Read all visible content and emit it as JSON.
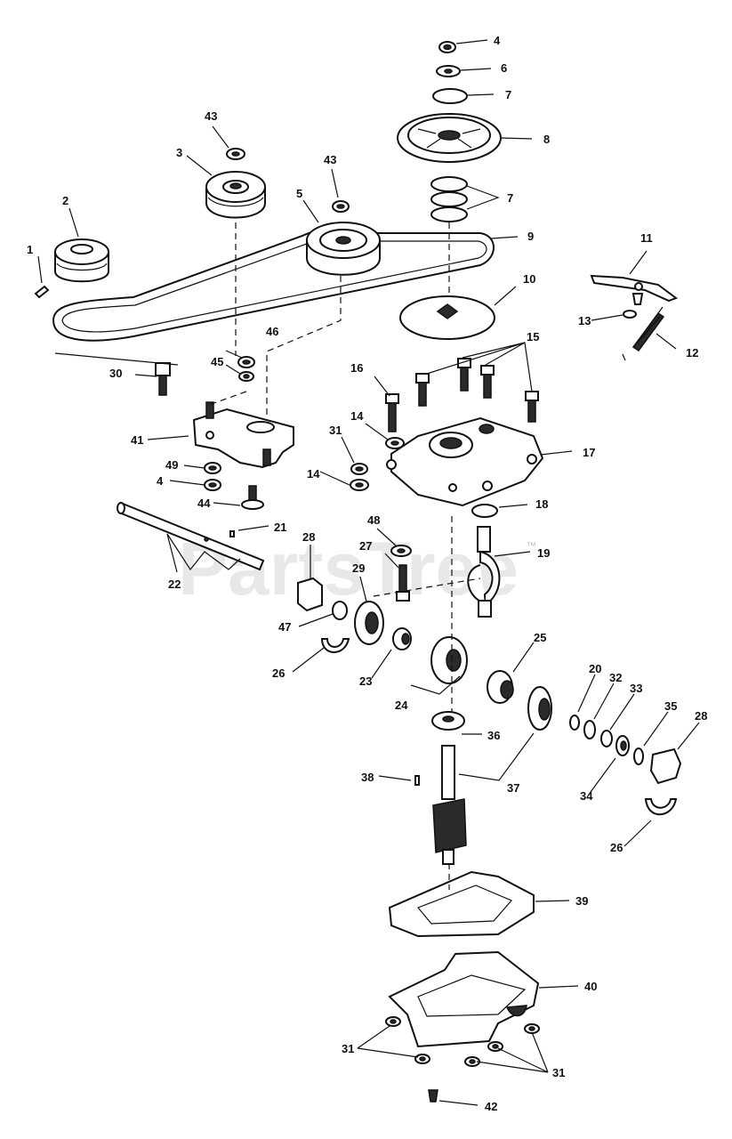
{
  "watermark": {
    "text": "PartsTree",
    "tm": "™"
  },
  "callouts": {
    "c1": "1",
    "c2": "2",
    "c3": "3",
    "c4a": "4",
    "c4b": "4",
    "c5": "5",
    "c6": "6",
    "c7a": "7",
    "c7b": "7",
    "c8": "8",
    "c9": "9",
    "c10": "10",
    "c11": "11",
    "c12": "12",
    "c13": "13",
    "c14a": "14",
    "c14b": "14",
    "c15": "15",
    "c16": "16",
    "c17": "17",
    "c18": "18",
    "c19": "19",
    "c20": "20",
    "c21": "21",
    "c22": "22",
    "c23": "23",
    "c24": "24",
    "c25": "25",
    "c26a": "26",
    "c26b": "26",
    "c27": "27",
    "c28a": "28",
    "c28b": "28",
    "c29": "29",
    "c30": "30",
    "c31a": "31",
    "c31b": "31",
    "c31c": "31",
    "c32": "32",
    "c33": "33",
    "c34": "34",
    "c35": "35",
    "c36": "36",
    "c37": "37",
    "c38": "38",
    "c39": "39",
    "c40": "40",
    "c41": "41",
    "c42": "42",
    "c43a": "43",
    "c43b": "43",
    "c44": "44",
    "c45": "45",
    "c46": "46",
    "c47": "47",
    "c48": "48",
    "c49": "49"
  }
}
